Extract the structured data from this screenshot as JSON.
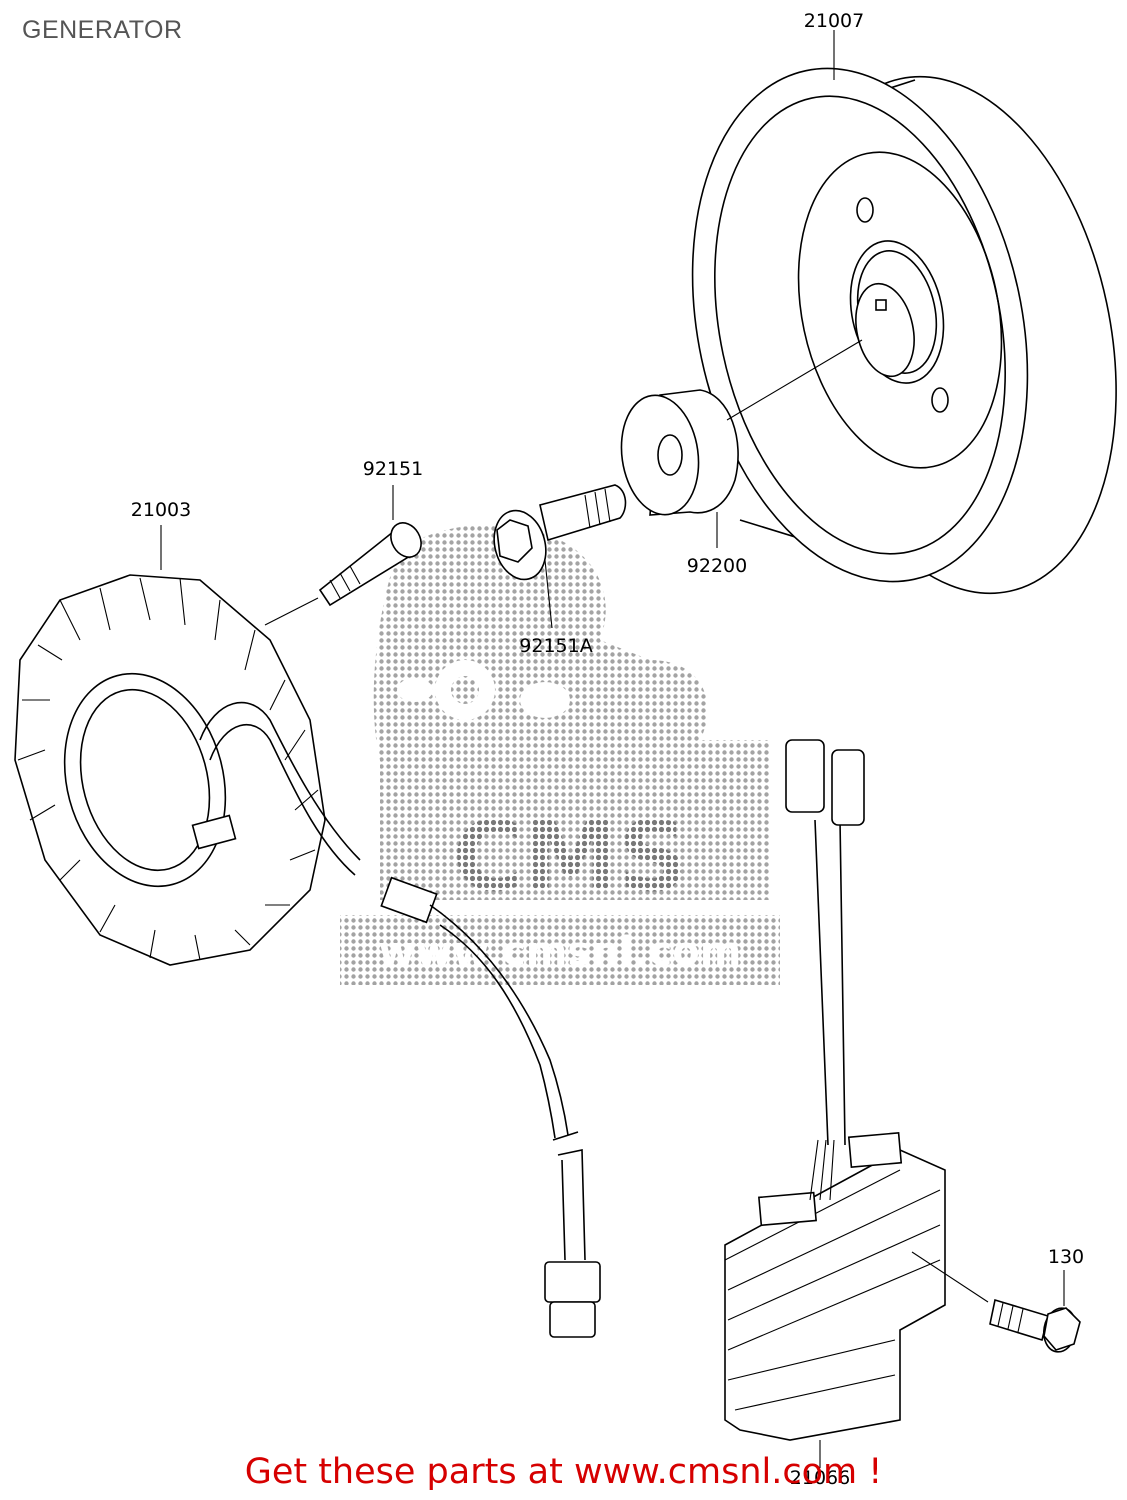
{
  "title": "GENERATOR",
  "footer": "Get these parts at www.cmsnl.com !",
  "watermark": {
    "logo": "CMS",
    "url": "www.cmsnl.com"
  },
  "parts": [
    {
      "number": "21007"
    },
    {
      "number": "92151"
    },
    {
      "number": "21003"
    },
    {
      "number": "92200"
    },
    {
      "number": "92151A"
    },
    {
      "number": "130"
    },
    {
      "number": "21066"
    }
  ]
}
